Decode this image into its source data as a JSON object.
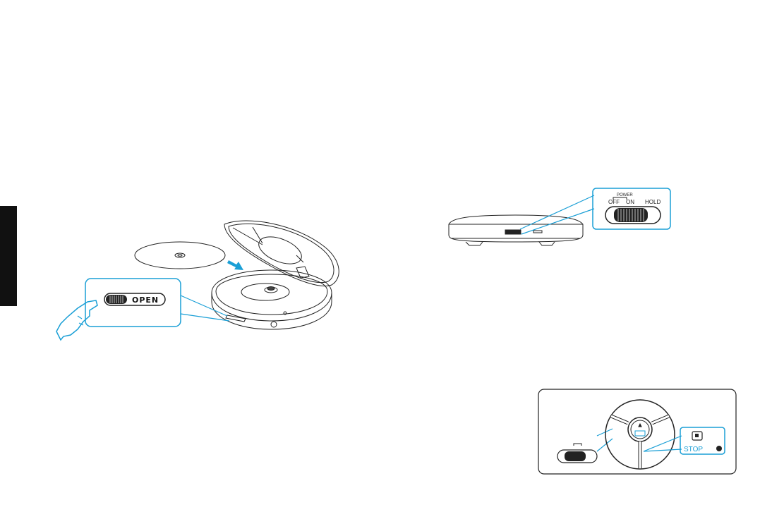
{
  "page": {
    "background": "#ffffff"
  },
  "colors": {
    "accent": "#1a9fd6",
    "line": "#222222",
    "tab": "#111111"
  },
  "fig_open": {
    "switch_label": "OPEN"
  },
  "fig_power": {
    "title": "POWER",
    "off": "OFF",
    "on": "ON",
    "hold": "HOLD"
  },
  "fig_stop": {
    "stop_label": "STOP",
    "stop_icon": "stop-square-icon"
  }
}
